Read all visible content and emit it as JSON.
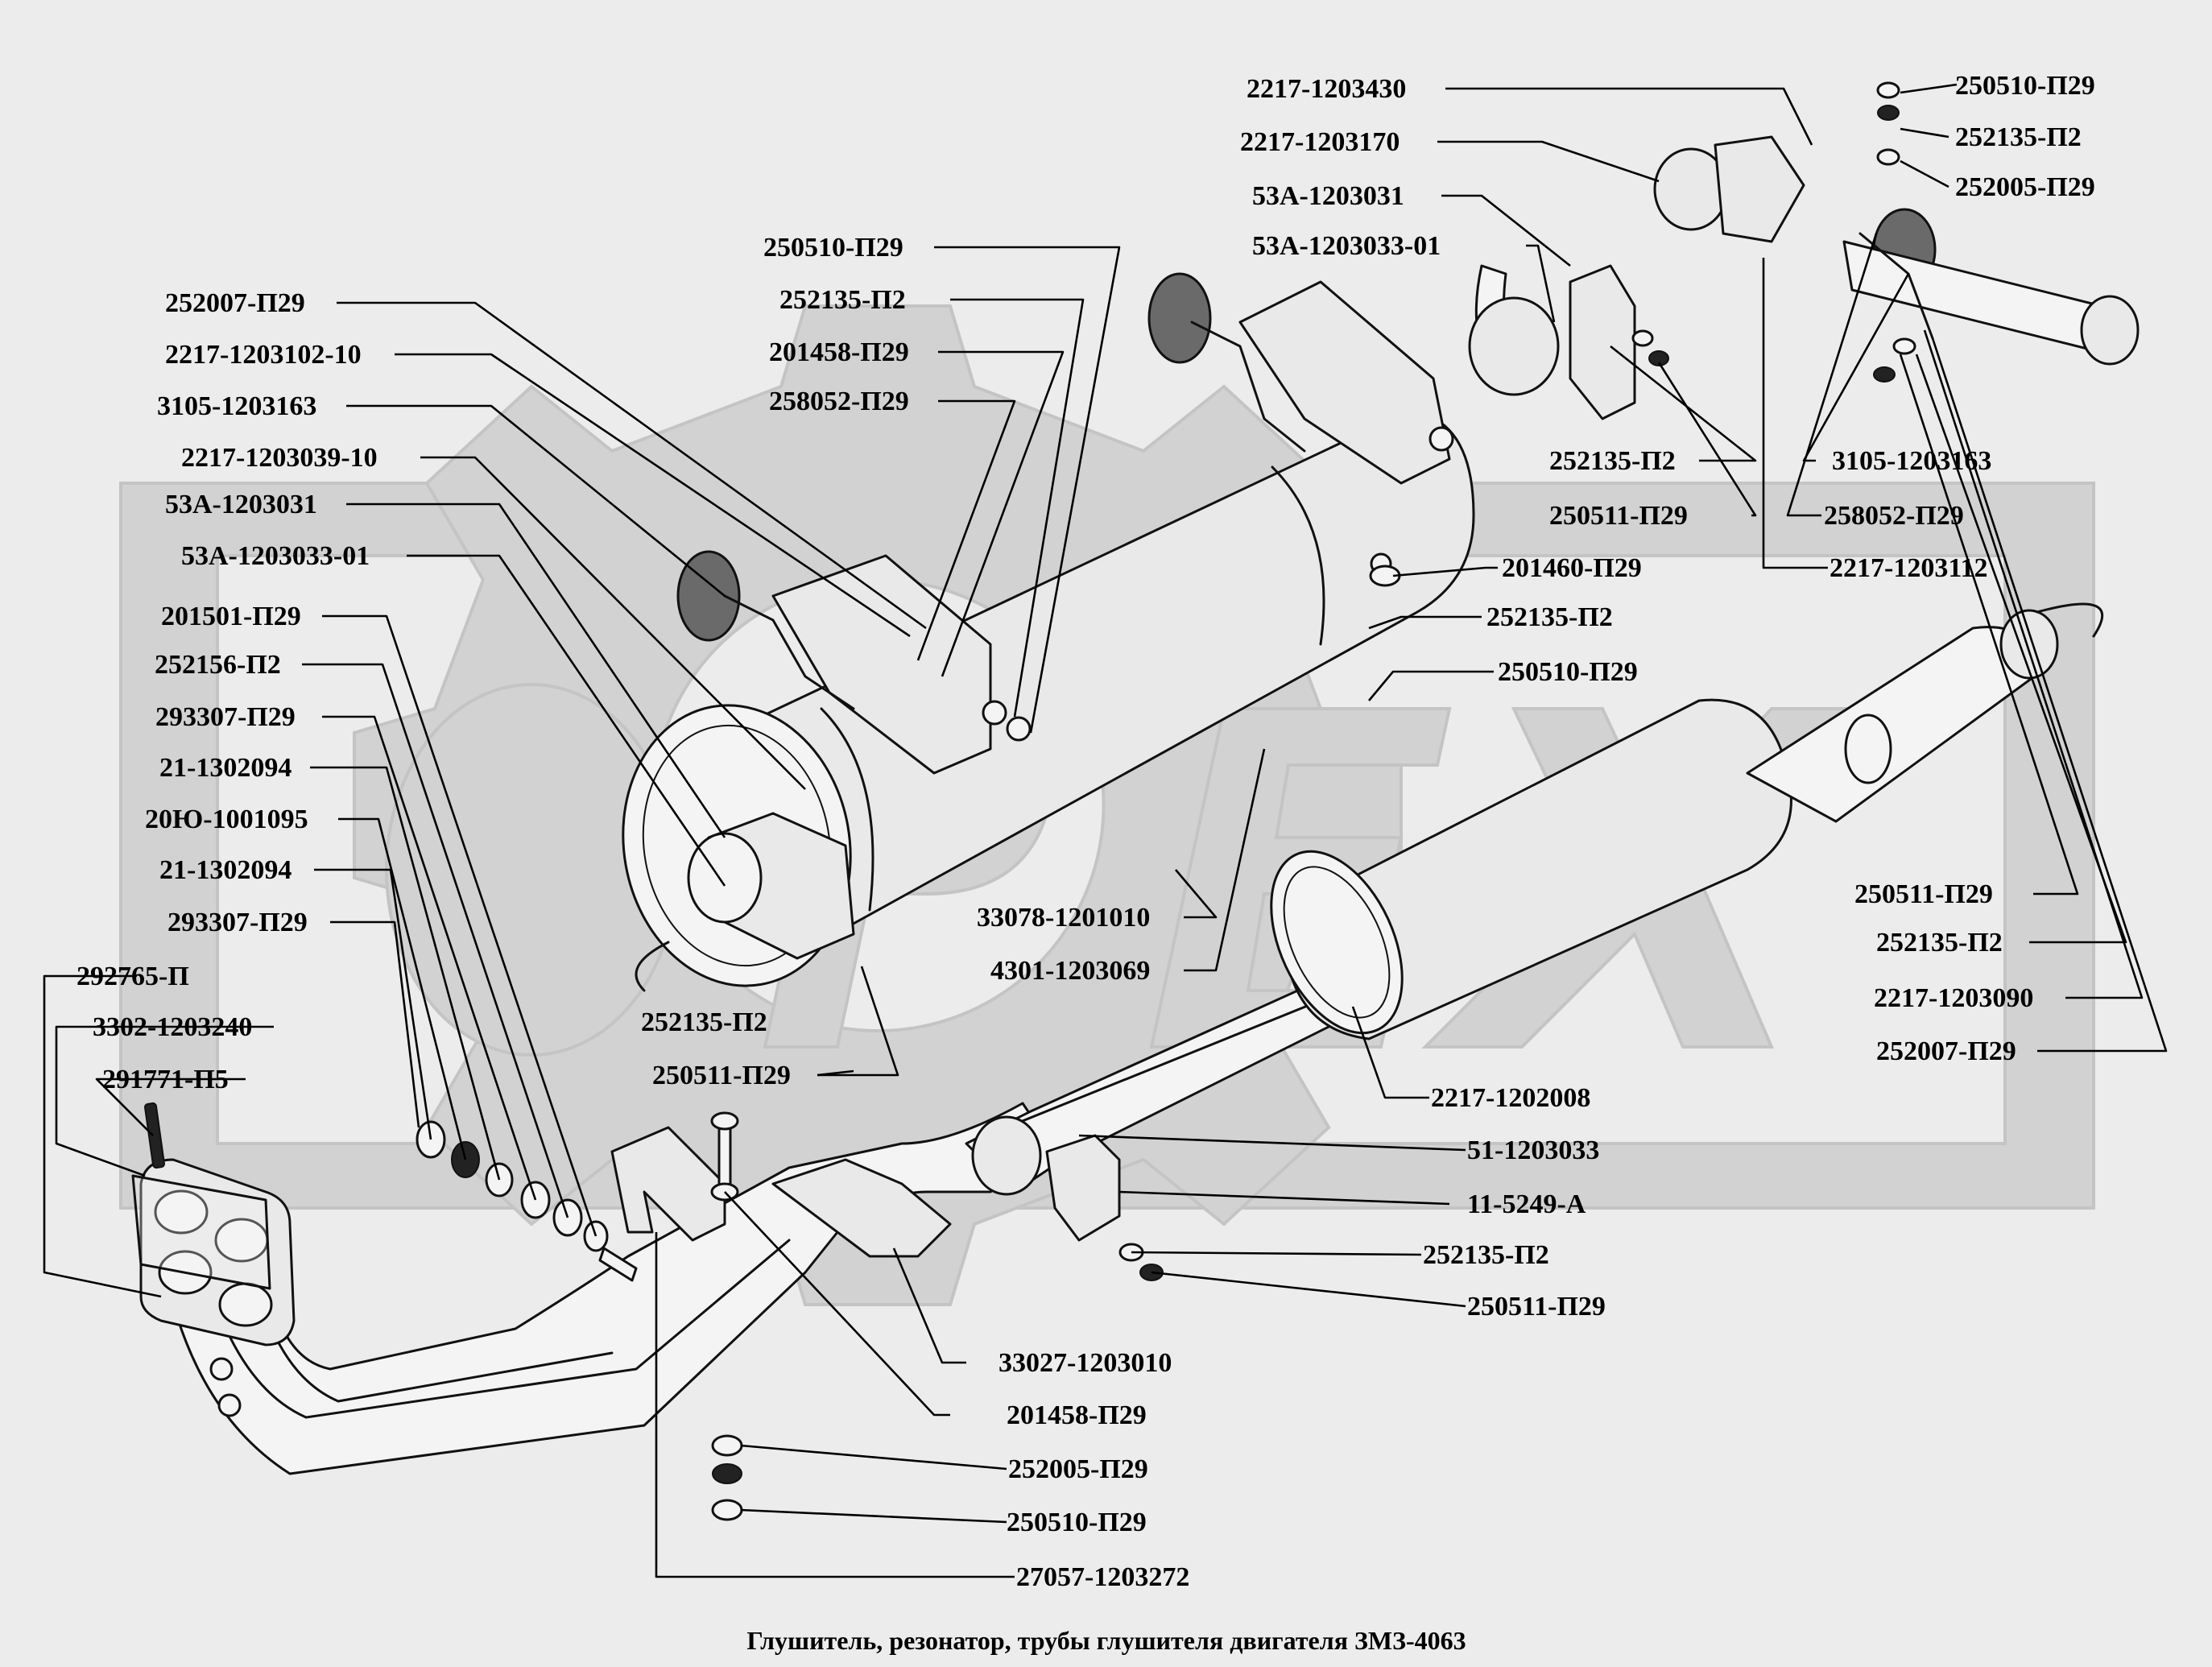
{
  "title": "Глушитель, резонатор, трубы  глушителя двигателя ЗМЗ-4063",
  "watermark": "ORFIX",
  "callouts": {
    "r1": "2217-1203430",
    "r2": "250510-П29",
    "r3": "2217-1203170",
    "r4": "252135-П2",
    "r5": "53А-1203031",
    "r6": "252005-П29",
    "r7": "53А-1203033-01",
    "r8": "250510-П29",
    "r9": "252007-П29",
    "r10": "252135-П2",
    "r11": "2217-1203102-10",
    "r12": "201458-П29",
    "r13": "3105-1203163",
    "r14": "258052-П29",
    "r15": "2217-1203039-10",
    "r16": "53А-1203031",
    "r17": "53А-1203033-01",
    "r18": "252135-П2",
    "r19": "3105-1203163",
    "r20": "250511-П29",
    "r21": "258052-П29",
    "r22": "201460-П29",
    "r23": "2217-1203112",
    "r24": "201501-П29",
    "r25": "252135-П2",
    "r26": "252156-П2",
    "r27": "250510-П29",
    "r28": "293307-П29",
    "r29": "21-1302094",
    "r30": "20Ю-1001095",
    "r31": "21-1302094",
    "r32": "250511-П29",
    "r33": "293307-П29",
    "r34": "33078-1201010",
    "r35": "252135-П2",
    "r36": "292765-П",
    "r37": "4301-1203069",
    "r38": "2217-1203090",
    "r39": "3302-1203240",
    "r40": "252135-П2",
    "r41": "252007-П29",
    "r42": "291771-П5",
    "r43": "250511-П29",
    "r44": "2217-1202008",
    "r45": "51-1203033",
    "r46": "11-5249-А",
    "r47": "252135-П2",
    "r48": "250511-П29",
    "r49": "33027-1203010",
    "r50": "201458-П29",
    "r51": "252005-П29",
    "r52": "250510-П29",
    "r53": "27057-1203272"
  }
}
